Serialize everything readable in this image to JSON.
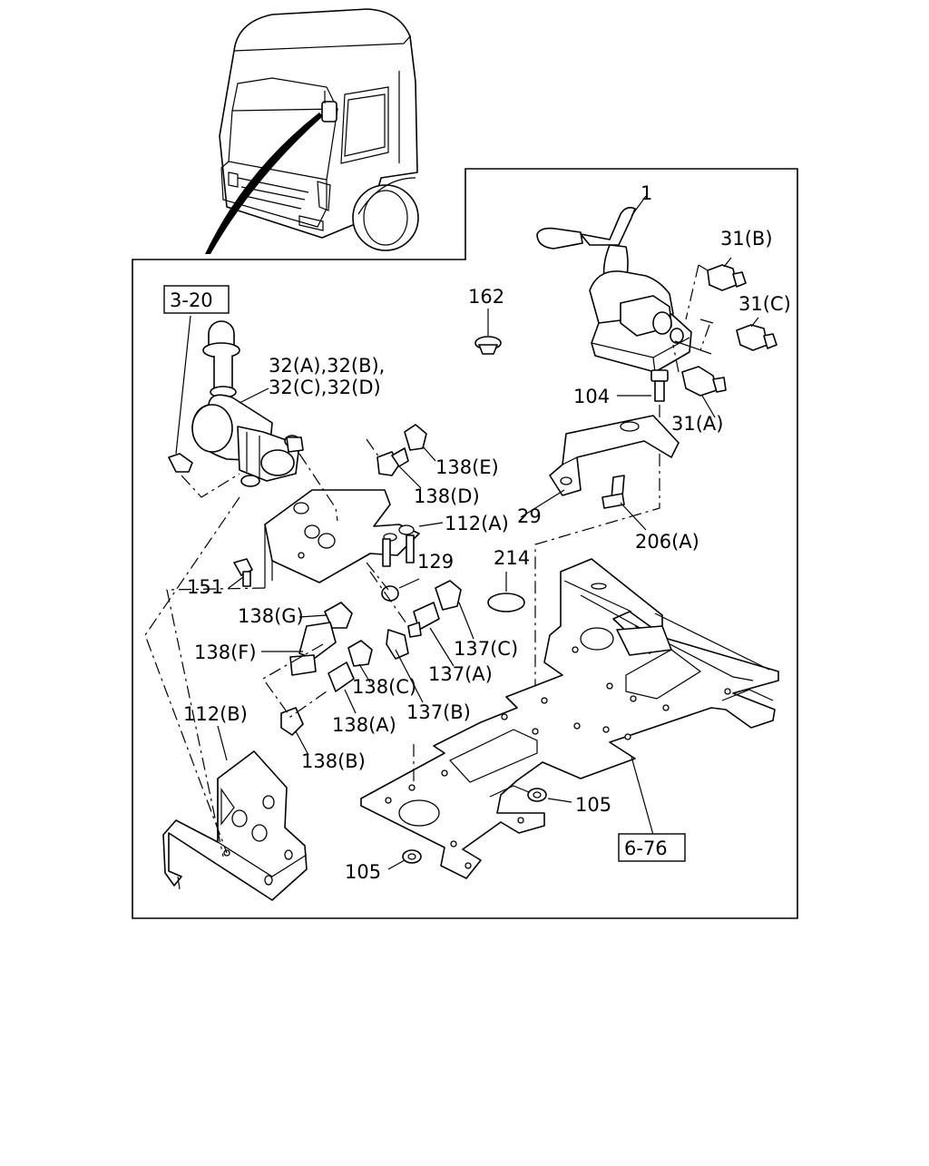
{
  "callouts": {
    "c1": "1",
    "c31b": "31(B)",
    "c31c": "31(C)",
    "c31a": "31(A)",
    "c162": "162",
    "c32a": "32(A),32(B),",
    "c32b": "32(C),32(D)",
    "c104": "104",
    "c138e": "138(E)",
    "c138d": "138(D)",
    "c29": "29",
    "c112a": "112(A)",
    "c206a": "206(A)",
    "c129": "129",
    "c214": "214",
    "c151": "151",
    "c138g": "138(G)",
    "c137c": "137(C)",
    "c138f": "138(F)",
    "c137a": "137(A)",
    "c138c": "138(C)",
    "c137b": "137(B)",
    "c112b": "112(B)",
    "c138a": "138(A)",
    "c138b": "138(B)",
    "c105a": "105",
    "c105b": "105"
  },
  "refs": {
    "r320": "3-20",
    "r676": "6-76"
  }
}
